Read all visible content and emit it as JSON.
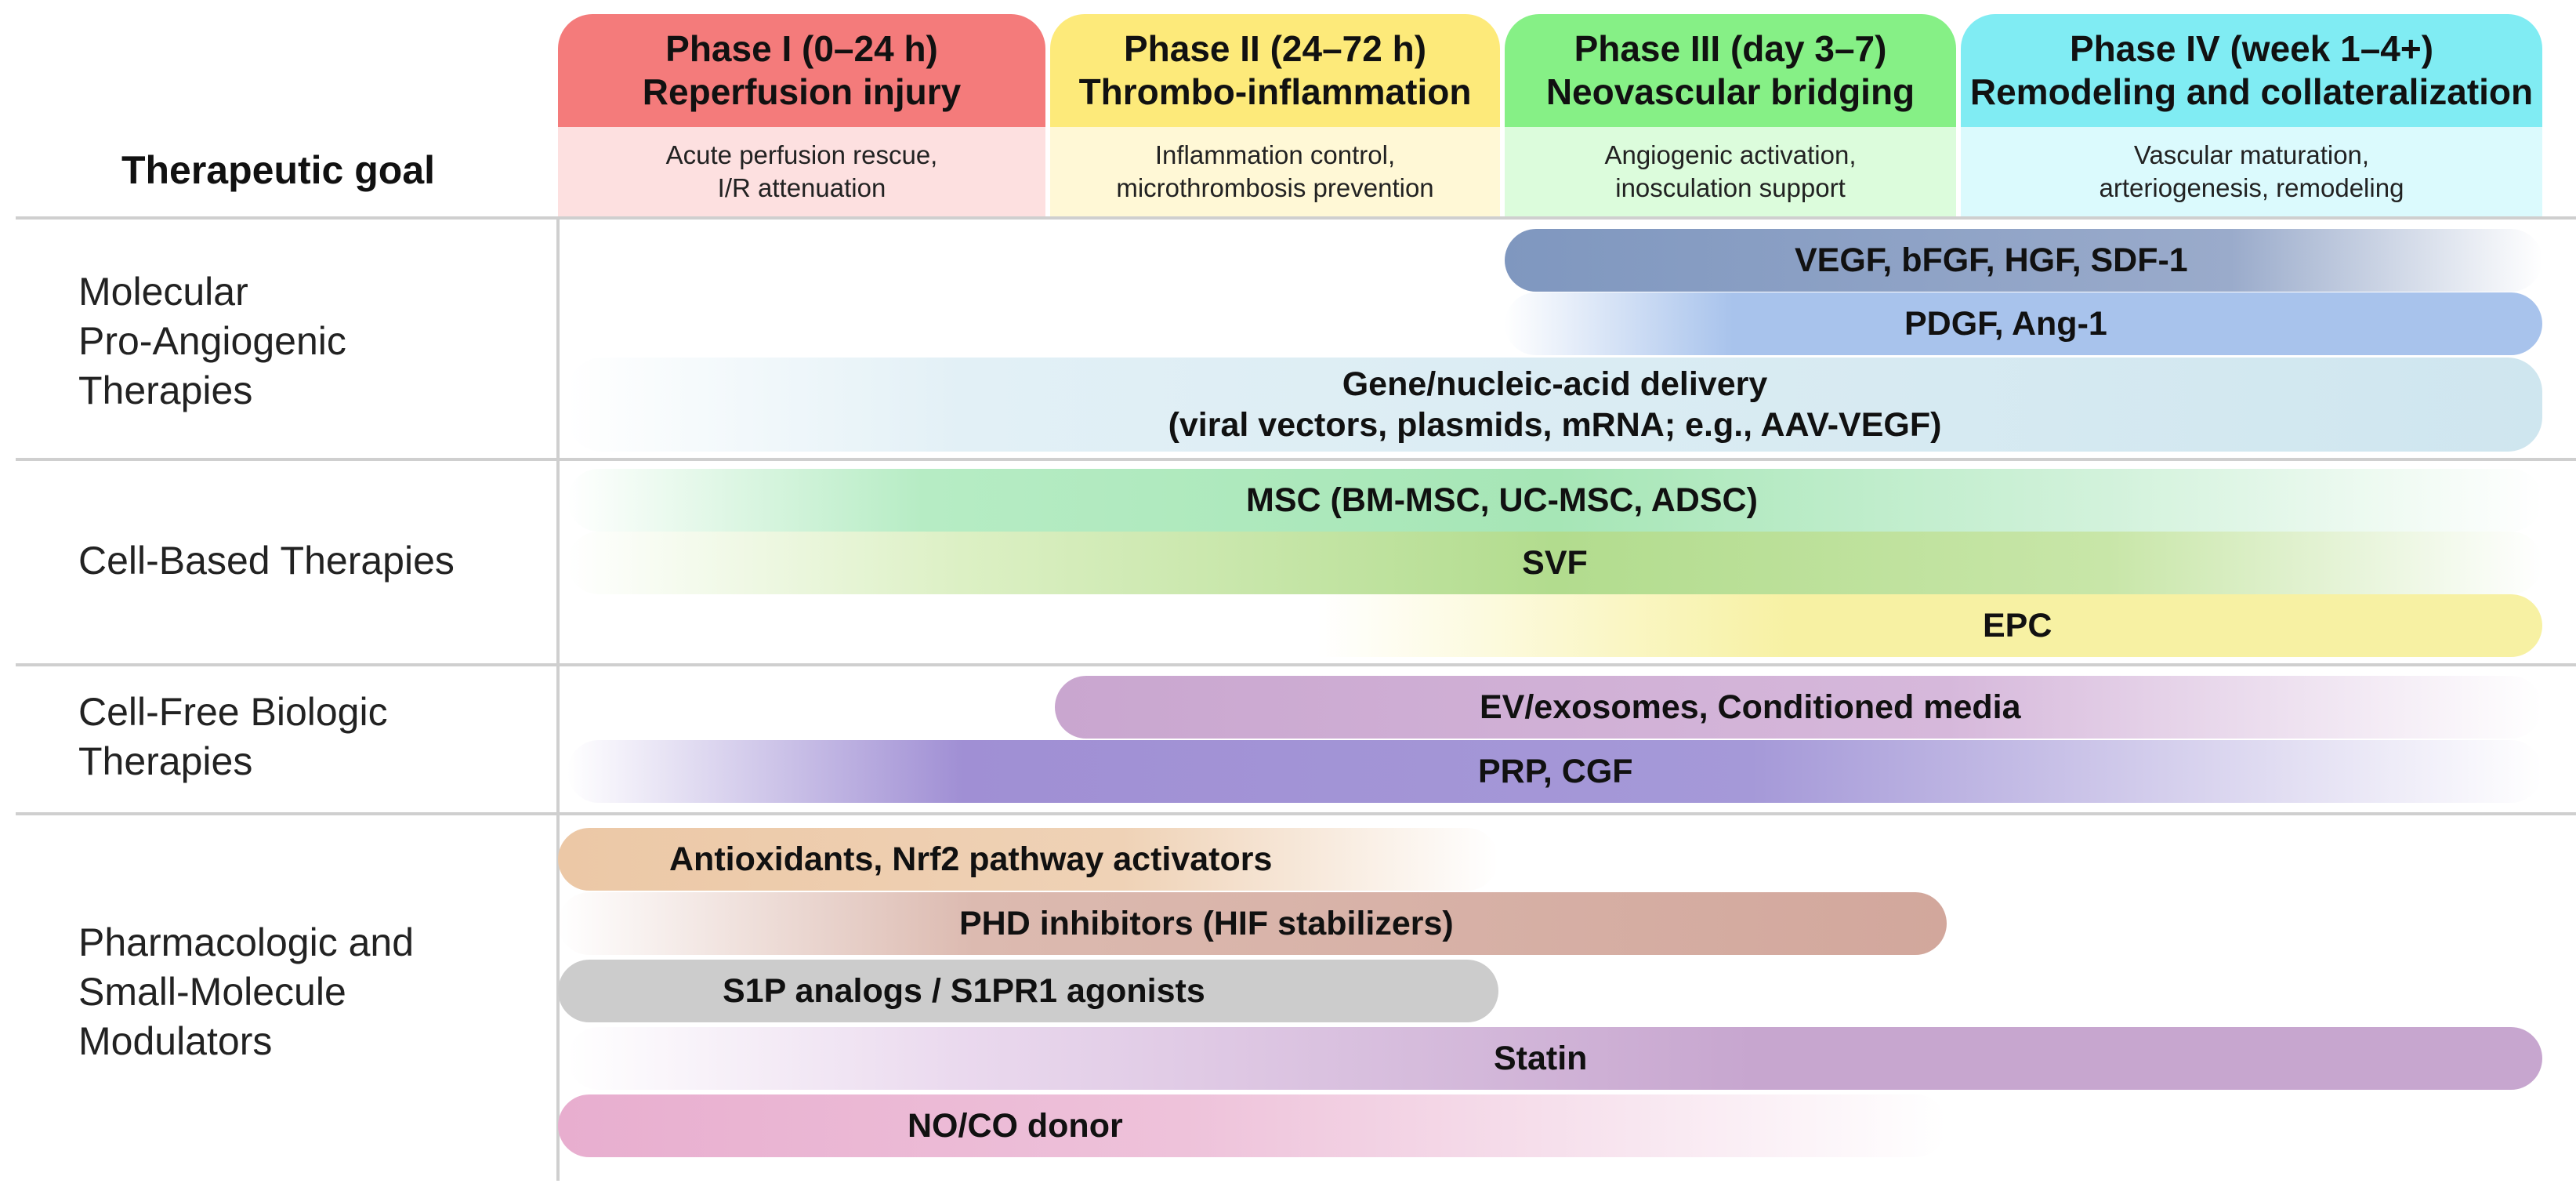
{
  "header": {
    "goal_label": "Therapeutic goal"
  },
  "phases": [
    {
      "title": "Phase I (0–24 h)",
      "subtitle": "Reperfusion injury",
      "goal_line1": "Acute perfusion rescue,",
      "goal_line2": "I/R attenuation",
      "head_color": "#f47b7b",
      "goal_color": "#fde0e0"
    },
    {
      "title": "Phase II (24–72 h)",
      "subtitle": "Thrombo-inflammation",
      "goal_line1": "Inflammation control,",
      "goal_line2": "microthrombosis prevention",
      "head_color": "#fdea7a",
      "goal_color": "#fff8d6"
    },
    {
      "title": "Phase III (day 3–7)",
      "subtitle": "Neovascular bridging",
      "goal_line1": "Angiogenic activation,",
      "goal_line2": "inosculation support",
      "head_color": "#86f086",
      "goal_color": "#dcfcdc"
    },
    {
      "title": "Phase IV (week 1–4+)",
      "subtitle": "Remodeling and collateralization",
      "goal_line1": "Vascular maturation,",
      "goal_line2": "arteriogenesis, remodeling",
      "head_color": "#80ecf3",
      "goal_color": "#dbfafd"
    }
  ],
  "categories": [
    {
      "line1": "Molecular",
      "line2": "Pro-Angiogenic",
      "line3": "Therapies"
    },
    {
      "line1": "Cell-Based Therapies"
    },
    {
      "line1": "Cell-Free Biologic",
      "line2": "Therapies"
    },
    {
      "line1": "Pharmacologic and",
      "line2": "Small-Molecule",
      "line3": "Modulators"
    }
  ],
  "therapies": {
    "vegf": {
      "label": "VEGF, bFGF, HGF, SDF-1",
      "color": "#7f97bf"
    },
    "pdgf": {
      "label": "PDGF, Ang-1",
      "color": "#a8c3ec"
    },
    "gene": {
      "line1": "Gene/nucleic-acid delivery",
      "line2": "(viral vectors, plasmids, mRNA; e.g., AAV-VEGF)",
      "color": "#cfe6ef"
    },
    "msc": {
      "label": "MSC (BM-MSC, UC-MSC, ADSC)",
      "color": "#a6e6b6"
    },
    "svf": {
      "label": "SVF",
      "color": "#b2dc8e"
    },
    "epc": {
      "label": "EPC",
      "color": "#f7f1a3"
    },
    "ev": {
      "label": "EV/exosomes, Conditioned media",
      "color": "#c9a6cf"
    },
    "prp": {
      "label": "PRP, CGF",
      "color": "#a08fd4"
    },
    "antiox": {
      "label": "Antioxidants, Nrf2 pathway activators",
      "color": "#ecc8a6"
    },
    "phd": {
      "label": "PHD inhibitors (HIF stabilizers)",
      "color": "#d2a79c"
    },
    "s1p": {
      "label": "S1P analogs / S1PR1 agonists",
      "color": "#cccccc"
    },
    "statin": {
      "label": "Statin",
      "color": "#c7a6cf"
    },
    "noco": {
      "label": "NO/CO donor",
      "color": "#e8aecf"
    }
  }
}
